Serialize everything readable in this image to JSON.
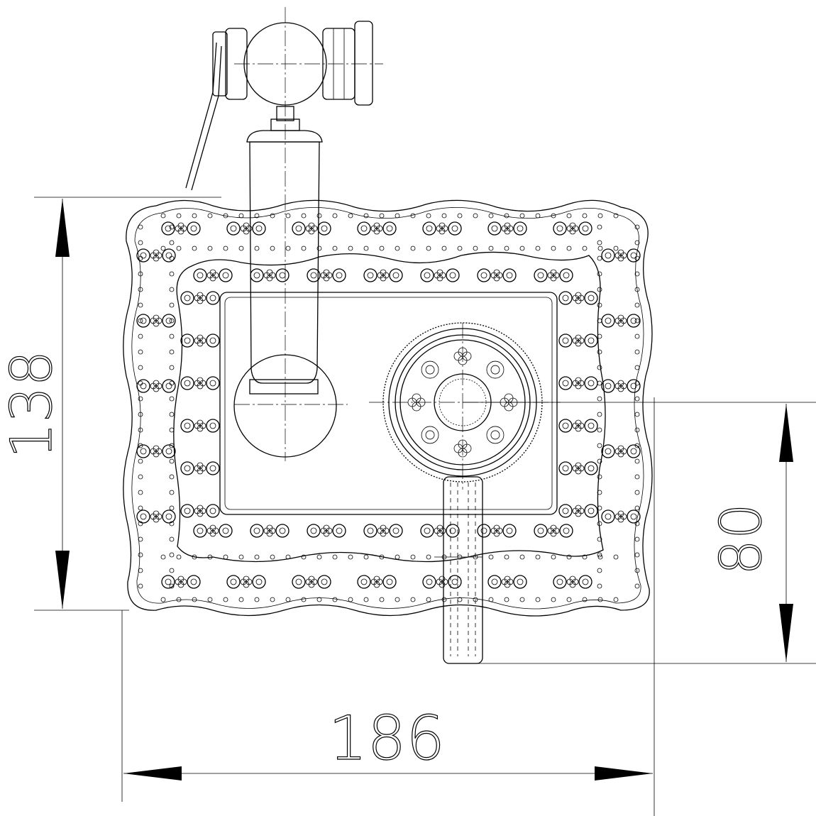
{
  "drawing": {
    "dimensions": {
      "height": "138",
      "outlet_height": "80",
      "width": "186"
    },
    "line_color": "#000000",
    "background": "#ffffff"
  }
}
